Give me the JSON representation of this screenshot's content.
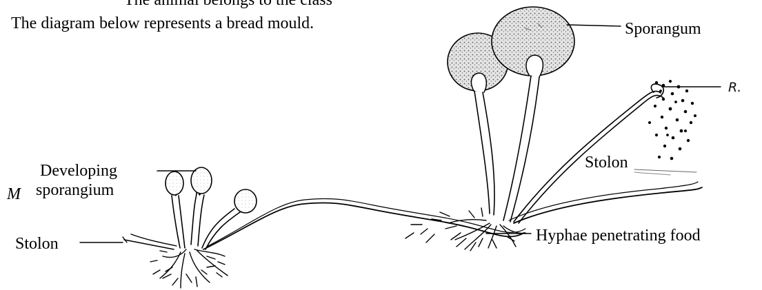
{
  "header": {
    "cut_line": "The animal belongs to the class",
    "intro": "The diagram below represents a bread mould."
  },
  "labels": {
    "sporangum": "Sporangum",
    "r": "R.",
    "stolon_right": "Stolon",
    "developing_1": "Developing",
    "developing_2": "sporangium",
    "m": "M",
    "stolon_left": "Stolon",
    "hyphae": "Hyphae penetrating food"
  },
  "colors": {
    "ink": "#000000",
    "sporangium_fill": "#d6d6d6",
    "developing_fill": "#ffffff"
  }
}
